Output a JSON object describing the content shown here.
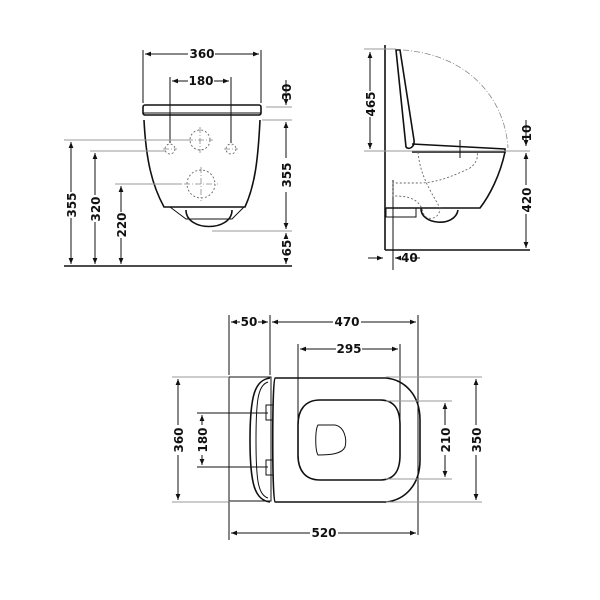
{
  "drawing": {
    "title": "",
    "unit": "mm",
    "views": {
      "front": {
        "dimensions": {
          "overall_width": "360",
          "fixing_spacing": "180",
          "seat_thickness": "30",
          "bowl_height": "355",
          "outlet_below": "65",
          "inlet_height": "355",
          "fixing_height": "320",
          "outlet_height": "220"
        }
      },
      "side": {
        "dimensions": {
          "lid_height": "465",
          "seat_offset": "10",
          "rim_height": "420",
          "wall_gap": "40"
        }
      },
      "top": {
        "dimensions": {
          "hinge_depth": "50",
          "bowl_length": "470",
          "opening_length": "295",
          "overall_width": "360",
          "fixing_spacing": "180",
          "opening_width": "210",
          "bowl_width": "350",
          "overall_length": "520"
        }
      }
    }
  }
}
